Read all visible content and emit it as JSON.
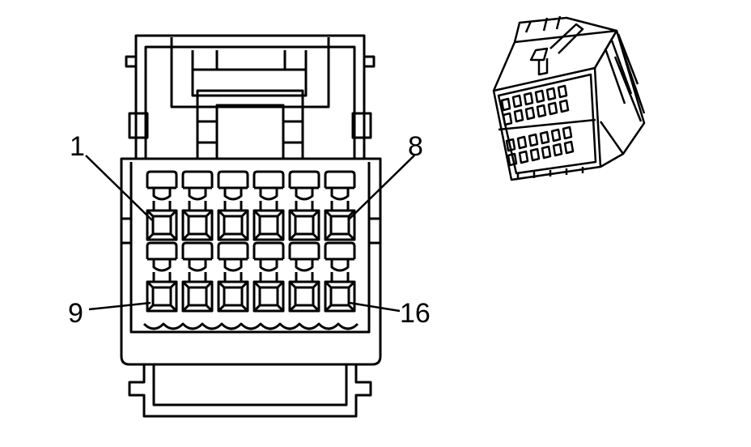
{
  "pin_labels": {
    "top_left": "1",
    "top_right": "8",
    "bottom_left": "9",
    "bottom_right": "16"
  },
  "connector": {
    "cavity_columns": 6,
    "cavity_rows": 2
  },
  "colors": {
    "line": "#000000",
    "background": "#ffffff"
  }
}
